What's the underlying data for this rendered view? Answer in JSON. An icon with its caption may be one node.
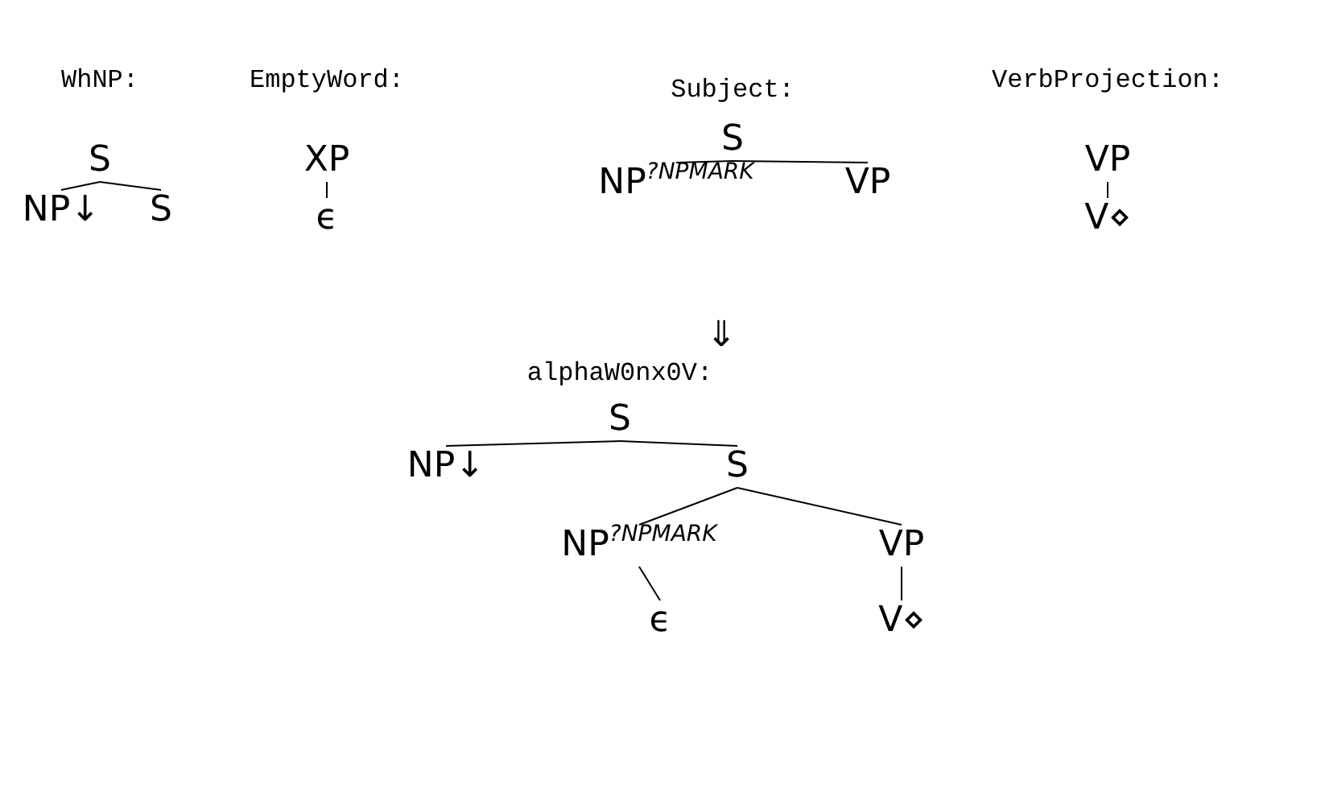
{
  "diagram": {
    "nodes": [
      {
        "text": [
          "S"
        ]
      },
      {
        "text": [
          "NP↓"
        ]
      },
      {
        "text": [
          "S"
        ]
      },
      {
        "text": [
          "XP"
        ]
      },
      {
        "text": [
          "ϵ"
        ]
      },
      {
        "text": [
          "S"
        ]
      },
      {
        "text": [
          "NP$^{?NPMARK}$"
        ]
      },
      {
        "text": [
          "VP"
        ]
      },
      {
        "text": [
          "VP"
        ]
      },
      {
        "text": [
          "V⋄"
        ]
      },
      {
        "text": [
          "S"
        ]
      },
      {
        "text": [
          "NP↓"
        ]
      },
      {
        "text": [
          "S"
        ]
      },
      {
        "text": [
          "NP$^{?NPMARK}$"
        ]
      },
      {
        "text": [
          "VP"
        ]
      },
      {
        "text": [
          "ϵ"
        ]
      },
      {
        "text": [
          "V⋄"
        ]
      }
    ],
    "edges": [
      {
        "from": 0,
        "to": 1,
        "arrow": "none"
      },
      {
        "from": 0,
        "to": 2,
        "arrow": "none"
      },
      {
        "from": 3,
        "to": 4,
        "arrow": "none"
      },
      {
        "from": 5,
        "to": 6,
        "arrow": "none"
      },
      {
        "from": 5,
        "to": 7,
        "arrow": "none"
      },
      {
        "from": 8,
        "to": 9,
        "arrow": "none"
      },
      {
        "from": 10,
        "to": 11,
        "arrow": "none"
      },
      {
        "from": 10,
        "to": 12,
        "arrow": "none"
      },
      {
        "from": 12,
        "to": 13,
        "arrow": "none"
      },
      {
        "from": 12,
        "to": 14,
        "arrow": "none"
      },
      {
        "from": 13,
        "to": 15,
        "arrow": "none"
      },
      {
        "from": 14,
        "to": 16,
        "arrow": "none"
      }
    ],
    "labels": [
      "WhNP:",
      "EmptyWord:",
      "Subject:",
      "VerbProjection:",
      "⇓",
      "alphaW0nx0V:"
    ]
  }
}
